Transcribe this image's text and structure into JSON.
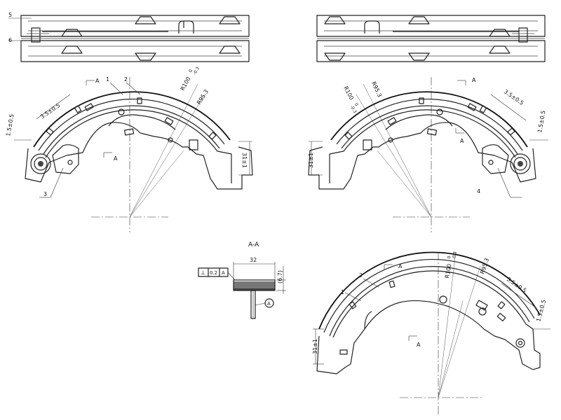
{
  "labels": {
    "p1": "1",
    "p2": "2",
    "p3": "3",
    "p4": "4",
    "p5": "5",
    "p6": "6",
    "sec": "A",
    "section_title": "A-A",
    "radius_outer": "R100",
    "radius_outer_tol": "-0.3",
    "radius_outer_tol_up": "0",
    "radius_inner": "R95.3",
    "dim_35": "3.5±0.5",
    "dim_15": "1.5±0.5",
    "dim_31": "31±1",
    "dim_32": "32",
    "dim_67": "(6.7)",
    "tol_sym": "⊥",
    "tol_val": "0.2",
    "tol_ref": "A",
    "circle_ref": "A"
  }
}
